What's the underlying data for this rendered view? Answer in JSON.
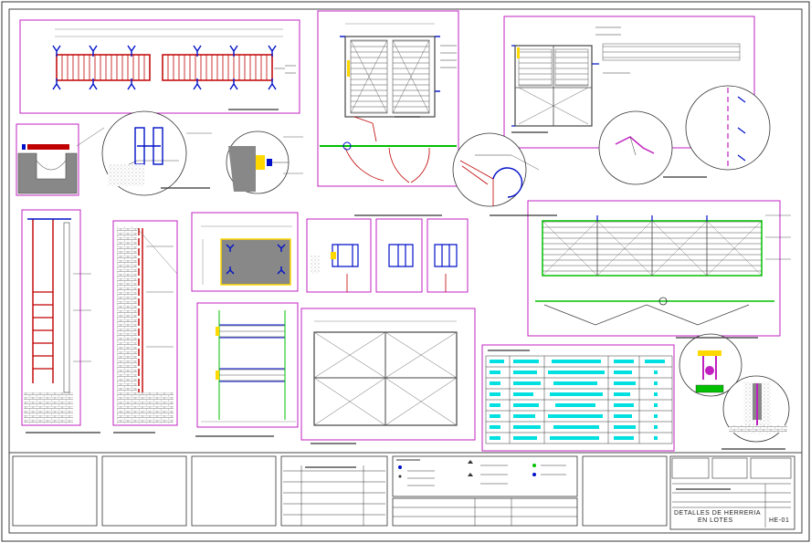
{
  "sheet": {
    "title_block": {
      "title_line_1": "DETALLES DE HERRERIA",
      "title_line_2": "EN LOTES",
      "sheet_number": "HE-01"
    },
    "details": [
      {
        "name": "railing-elevation"
      },
      {
        "name": "sliding-gate-elevation"
      },
      {
        "name": "hinged-gate-elevation"
      },
      {
        "name": "retaining-wall-section"
      },
      {
        "name": "pivot-connection-detail"
      },
      {
        "name": "door-swing-plan"
      },
      {
        "name": "hinge-enlargement"
      },
      {
        "name": "ladder-elevation"
      },
      {
        "name": "wall-anchor-section"
      },
      {
        "name": "base-plate-plan"
      },
      {
        "name": "post-sections"
      },
      {
        "name": "gate-slat-elevation"
      },
      {
        "name": "gate-track-section"
      },
      {
        "name": "beam-elevation"
      },
      {
        "name": "cover-plate-plan"
      },
      {
        "name": "finishes-schedule-table"
      },
      {
        "name": "roller-detail"
      },
      {
        "name": "anchor-bolt-section"
      }
    ]
  },
  "colors": {
    "frame": "#c020c0",
    "steel": "#c00000",
    "anchor": "#0010c8",
    "highlight": "#00c000",
    "accent": "#ffd800",
    "table_cyan": "#00e0e0",
    "line": "#404040",
    "hatch": "#808080"
  }
}
